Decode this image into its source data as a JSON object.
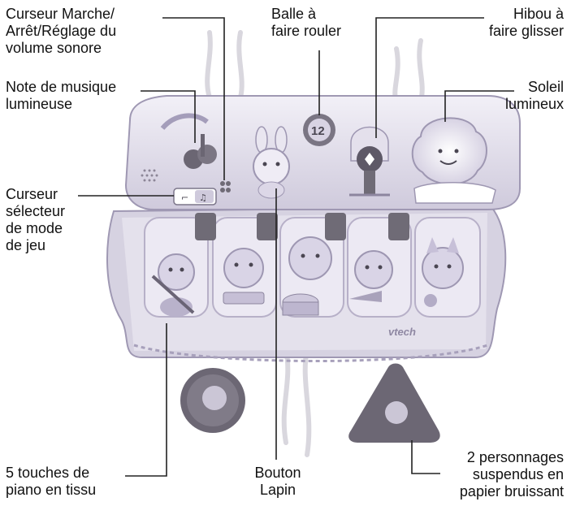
{
  "labels": {
    "curseur_marche": [
      "Curseur Marche/",
      "Arrêt/Réglage du",
      "volume sonore"
    ],
    "balle": [
      "Balle à",
      "faire rouler"
    ],
    "hibou": [
      "Hibou à",
      "faire glisser"
    ],
    "note": [
      "Note de musique",
      "lumineuse"
    ],
    "soleil": [
      "Soleil",
      "lumineux"
    ],
    "curseur_selecteur": [
      "Curseur",
      "sélecteur",
      "de mode",
      "de jeu"
    ],
    "touches": [
      "5 touches de",
      "piano en tissu"
    ],
    "bouton": [
      "Bouton",
      "Lapin"
    ],
    "personnages": [
      "2 personnages",
      "suspendus en",
      "papier bruissant"
    ]
  },
  "toy": {
    "brand": "vtech",
    "colors": {
      "panel": "#e6e3ef",
      "panel_edge": "#b9b4c9",
      "mat": "#dcd8e6",
      "stripe": "#b7b0c8",
      "key_dark": "#6f6b76",
      "sun": "#f1eef8",
      "accent_dark": "#4a4652",
      "line": "#222222"
    }
  }
}
